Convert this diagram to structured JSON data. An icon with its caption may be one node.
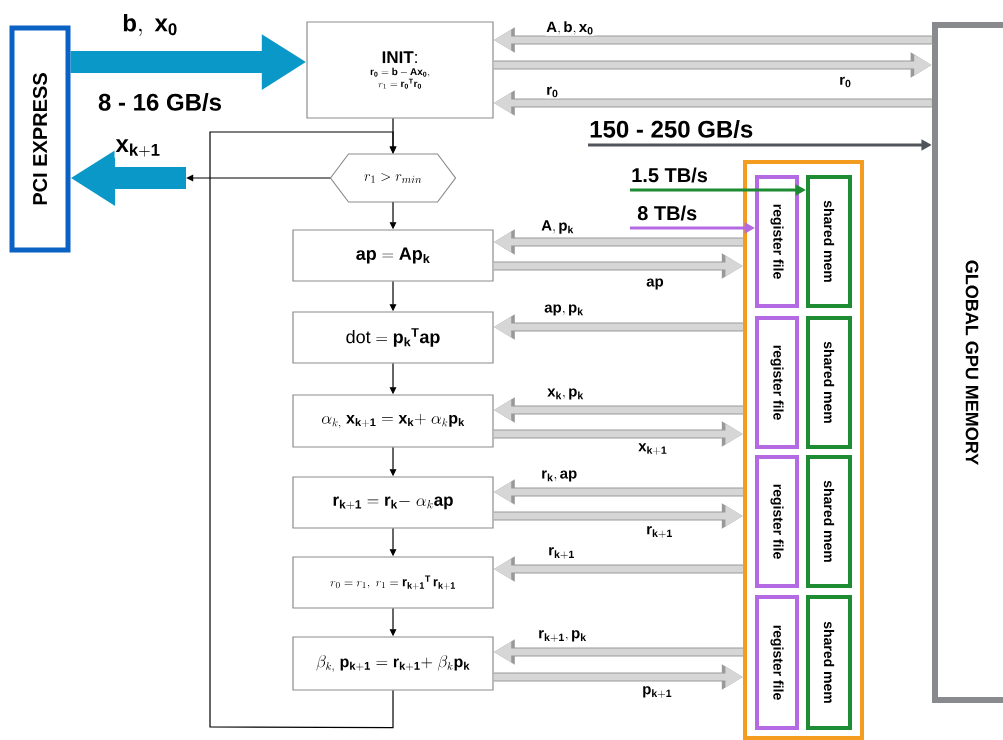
{
  "diagram": {
    "nodes": [
      {
        "text": [
          "PCI EXPRESS"
        ]
      },
      {
        "text": [
          "**INIT**:",
          "\\mathbf{r_0 = b - Ax_0,}",
          "r_1 = \\mathbf{r_0{}^T r_0}"
        ]
      },
      {
        "text": [
          "r_1 > r_{min}"
        ]
      },
      {
        "text": [
          "\\mathbf{ap = Ap_k}"
        ]
      },
      {
        "text": [
          "\\mathrm{dot} = \\mathbf{p_k{}^T ap}"
        ]
      },
      {
        "text": [
          "\\alpha_{k,}\\ \\mathbf{x_{k+1} = x_k +}\\ \\alpha_k\\mathbf{p_k}"
        ]
      },
      {
        "text": [
          "\\mathbf{r_{k+1} = r_k -}\\ \\alpha_k\\mathbf{ap}"
        ]
      },
      {
        "text": [
          "r_0 = r_1,\\ r_1 = \\mathbf{r_{k+1}{}^T\\, r_{k+1}}"
        ]
      },
      {
        "text": [
          "\\beta_{k,}\\ \\mathbf{p_{k+1} = r_{k+1} +}\\ \\beta_k\\mathbf{p_k}"
        ]
      },
      {
        "text": [],
        "shape": "box"
      },
      {
        "text": [
          "register file"
        ],
        "in": 9
      },
      {
        "text": [
          "shared mem"
        ],
        "in": 9
      },
      {
        "text": [
          "register file"
        ],
        "in": 9
      },
      {
        "text": [
          "shared mem"
        ],
        "in": 9
      },
      {
        "text": [
          "register file"
        ],
        "in": 9
      },
      {
        "text": [
          "shared mem"
        ],
        "in": 9
      },
      {
        "text": [
          "register file"
        ],
        "in": 9
      },
      {
        "text": [
          "shared mem"
        ],
        "in": 9
      },
      {
        "text": [
          "GLOBAL GPU MEMORY"
        ]
      }
    ],
    "edges": [
      {
        "from": 0,
        "to": 1,
        "arrow": "to",
        "label": "\\mathbf{b},\\ \\mathbf{x_0}",
        "style": "thick",
        "color": "#0a98c8"
      },
      {
        "from": 2,
        "to": 0,
        "arrow": "to",
        "label": "\\mathbf{x_{k+1}}",
        "color": "#000000"
      },
      {
        "from": 18,
        "to": 1,
        "arrow": "to",
        "label": "\\mathbf{A, b, x_0}",
        "color": "#d6d6d6"
      },
      {
        "from": 1,
        "to": 18,
        "arrow": "to",
        "label": "\\mathbf{r_0}",
        "color": "#d6d6d6"
      },
      {
        "from": 18,
        "to": 1,
        "arrow": "to",
        "label": "\\mathbf{r_0}",
        "color": "#d6d6d6"
      },
      {
        "from": null,
        "to": 18,
        "arrow": "to",
        "label": "150 - 250 GB/s",
        "color": "#50555c"
      },
      {
        "from": null,
        "to": 11,
        "arrow": "to",
        "label": "1.5 TB/s",
        "color": "#1e8c32"
      },
      {
        "from": null,
        "to": 10,
        "arrow": "to",
        "label": "8 TB/s",
        "color": "#b36ae2"
      },
      {
        "from": 9,
        "to": 3,
        "arrow": "to",
        "label": "\\mathbf{A, p_k}",
        "color": "#d6d6d6"
      },
      {
        "from": 3,
        "to": 9,
        "arrow": "to",
        "label": "\\mathbf{ap}",
        "color": "#d6d6d6"
      },
      {
        "from": 9,
        "to": 4,
        "arrow": "to",
        "label": "\\mathbf{ap, p_k}",
        "color": "#d6d6d6"
      },
      {
        "from": 9,
        "to": 5,
        "arrow": "to",
        "label": "\\mathbf{x_k, p_k}",
        "color": "#d6d6d6"
      },
      {
        "from": 5,
        "to": 9,
        "arrow": "to",
        "label": "\\mathbf{x_{k+1}}",
        "color": "#d6d6d6"
      },
      {
        "from": 9,
        "to": 6,
        "arrow": "to",
        "label": "\\mathbf{r_k, ap}",
        "color": "#d6d6d6"
      },
      {
        "from": 6,
        "to": 9,
        "arrow": "to",
        "label": "\\mathbf{r_{k+1}}",
        "color": "#d6d6d6"
      },
      {
        "from": 9,
        "to": 7,
        "arrow": "to",
        "label": "\\mathbf{r_{k+1}}",
        "color": "#d6d6d6"
      },
      {
        "from": 9,
        "to": 8,
        "arrow": "to",
        "label": "\\mathbf{r_{k+1}, p_k}",
        "color": "#d6d6d6"
      },
      {
        "from": 8,
        "to": 9,
        "arrow": "to",
        "label": "\\mathbf{p_{k+1}}",
        "color": "#d6d6d6"
      },
      {
        "from": 1,
        "to": 2,
        "arrow": "to",
        "color": "#000000"
      },
      {
        "from": 2,
        "to": 3,
        "arrow": "to",
        "color": "#000000"
      },
      {
        "from": 3,
        "to": 4,
        "arrow": "to",
        "color": "#000000"
      },
      {
        "from": 4,
        "to": 5,
        "arrow": "to",
        "color": "#000000"
      },
      {
        "from": 5,
        "to": 6,
        "arrow": "to",
        "color": "#000000"
      },
      {
        "from": 6,
        "to": 7,
        "arrow": "to",
        "color": "#000000"
      },
      {
        "from": 7,
        "to": 8,
        "arrow": "to",
        "color": "#000000"
      },
      {
        "from": 8,
        "to": 2,
        "arrow": "to",
        "color": "#000000"
      }
    ],
    "labels": [
      "8 - 16 GB/s"
    ]
  }
}
